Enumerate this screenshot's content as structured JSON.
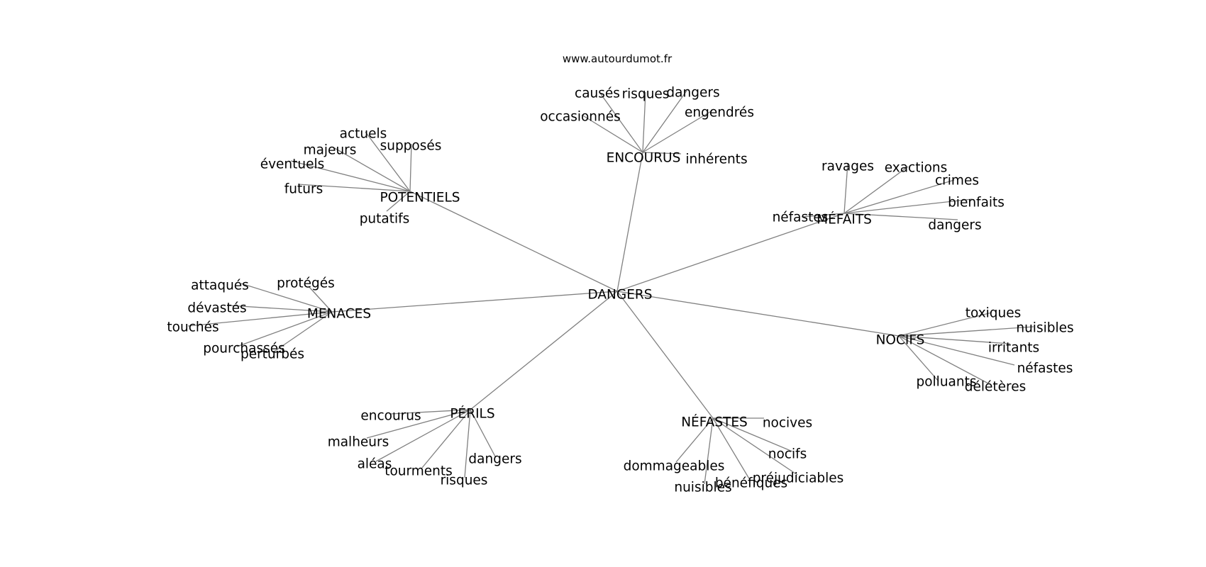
{
  "watermark": "www.autourdumot.fr",
  "graph": {
    "root": "DANGERS",
    "clusters": [
      {
        "hub": "ENCOURUS",
        "leaves": [
          "causés",
          "risques",
          "dangers",
          "engendrés",
          "occasionnés",
          "inhérents"
        ]
      },
      {
        "hub": "POTENTIELS",
        "leaves": [
          "actuels",
          "supposés",
          "majeurs",
          "éventuels",
          "futurs",
          "putatifs"
        ]
      },
      {
        "hub": "MÉFAITS",
        "leaves": [
          "ravages",
          "exactions",
          "crimes",
          "bienfaits",
          "néfastes",
          "dangers"
        ]
      },
      {
        "hub": "MENACES",
        "leaves": [
          "attaqués",
          "protégés",
          "dévastés",
          "touchés",
          "pourchassés",
          "perturbés"
        ]
      },
      {
        "hub": "NOCIFS",
        "leaves": [
          "toxiques",
          "nuisibles",
          "irritants",
          "néfastes",
          "polluants",
          "délétères"
        ]
      },
      {
        "hub": "PÉRILS",
        "leaves": [
          "encourus",
          "malheurs",
          "aléas",
          "tourments",
          "risques",
          "dangers"
        ]
      },
      {
        "hub": "NÉFASTES",
        "leaves": [
          "nocives",
          "nocifs",
          "préjudiciables",
          "bénéfiques",
          "nuisibles",
          "dommageables"
        ]
      }
    ]
  }
}
